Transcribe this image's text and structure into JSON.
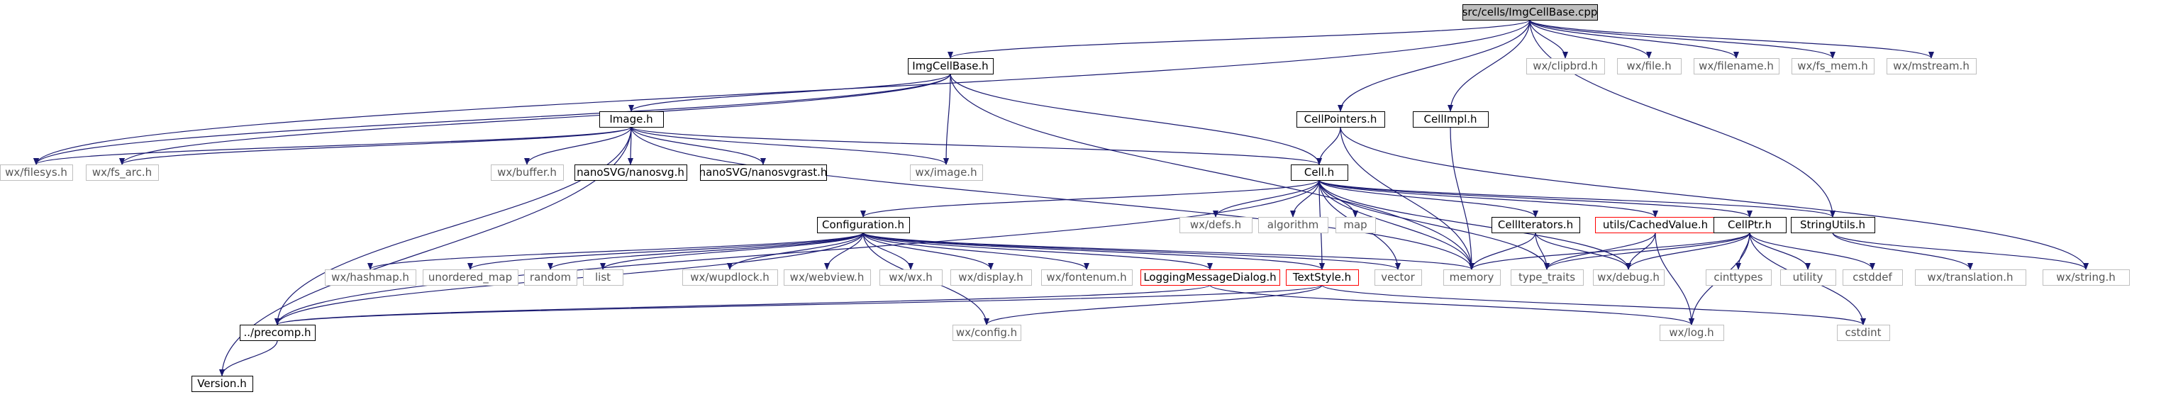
{
  "graph": {
    "colors": {
      "edge": "#191970",
      "doc_box_border": "#000000",
      "system_box_border": "#bfbfbf",
      "truncated_box_border": "#ff0000",
      "root_fill": "#bfbfbf",
      "node_fill": "#ffffff",
      "text_documented": "#000000",
      "text_system": "#555555"
    },
    "nodes": {
      "root": {
        "label": "src/cells/ImgCellBase.cpp",
        "kind": "root"
      },
      "imgcellbase_h": {
        "label": "ImgCellBase.h",
        "kind": "doc"
      },
      "wx_filesys": {
        "label": "wx/filesys.h",
        "kind": "system"
      },
      "wx_fs_arc": {
        "label": "wx/fs_arc.h",
        "kind": "system"
      },
      "image_h": {
        "label": "Image.h",
        "kind": "doc"
      },
      "wx_buffer": {
        "label": "wx/buffer.h",
        "kind": "system"
      },
      "nanosvg": {
        "label": "nanoSVG/nanosvg.h",
        "kind": "doc"
      },
      "nanosvgrast": {
        "label": "nanoSVG/nanosvgrast.h",
        "kind": "doc"
      },
      "wx_image": {
        "label": "wx/image.h",
        "kind": "system"
      },
      "cellpointers_h": {
        "label": "CellPointers.h",
        "kind": "doc"
      },
      "cellimpl_h": {
        "label": "CellImpl.h",
        "kind": "doc"
      },
      "cell_h": {
        "label": "Cell.h",
        "kind": "doc"
      },
      "wx_clipbrd": {
        "label": "wx/clipbrd.h",
        "kind": "system"
      },
      "wx_file": {
        "label": "wx/file.h",
        "kind": "system"
      },
      "wx_filename": {
        "label": "wx/filename.h",
        "kind": "system"
      },
      "wx_fs_mem": {
        "label": "wx/fs_mem.h",
        "kind": "system"
      },
      "wx_mstream": {
        "label": "wx/mstream.h",
        "kind": "system"
      },
      "wx_defs": {
        "label": "wx/defs.h",
        "kind": "system"
      },
      "algorithm": {
        "label": "algorithm",
        "kind": "system"
      },
      "map": {
        "label": "map",
        "kind": "system"
      },
      "celliterators_h": {
        "label": "CellIterators.h",
        "kind": "doc"
      },
      "cachedvalue_h": {
        "label": "utils/CachedValue.h",
        "kind": "truncated"
      },
      "cellptr_h": {
        "label": "CellPtr.h",
        "kind": "doc"
      },
      "stringutils_h": {
        "label": "StringUtils.h",
        "kind": "doc"
      },
      "configuration_h": {
        "label": "Configuration.h",
        "kind": "doc"
      },
      "wx_hashmap": {
        "label": "wx/hashmap.h",
        "kind": "system"
      },
      "unordered_map": {
        "label": "unordered_map",
        "kind": "system"
      },
      "random": {
        "label": "random",
        "kind": "system"
      },
      "list": {
        "label": "list",
        "kind": "system"
      },
      "wx_wupdlock": {
        "label": "wx/wupdlock.h",
        "kind": "system"
      },
      "wx_webview": {
        "label": "wx/webview.h",
        "kind": "system"
      },
      "wx_wx": {
        "label": "wx/wx.h",
        "kind": "system"
      },
      "wx_display": {
        "label": "wx/display.h",
        "kind": "system"
      },
      "wx_fontenum": {
        "label": "wx/fontenum.h",
        "kind": "system"
      },
      "loggingdialog_h": {
        "label": "LoggingMessageDialog.h",
        "kind": "truncated"
      },
      "textstyle_h": {
        "label": "TextStyle.h",
        "kind": "truncated"
      },
      "vector": {
        "label": "vector",
        "kind": "system"
      },
      "memory": {
        "label": "memory",
        "kind": "system"
      },
      "type_traits": {
        "label": "type_traits",
        "kind": "system"
      },
      "wx_debug": {
        "label": "wx/debug.h",
        "kind": "system"
      },
      "cinttypes": {
        "label": "cinttypes",
        "kind": "system"
      },
      "utility": {
        "label": "utility",
        "kind": "system"
      },
      "cstddef": {
        "label": "cstddef",
        "kind": "system"
      },
      "wx_translation": {
        "label": "wx/translation.h",
        "kind": "system"
      },
      "wx_string": {
        "label": "wx/string.h",
        "kind": "system"
      },
      "precomp_h": {
        "label": "../precomp.h",
        "kind": "doc"
      },
      "wx_config": {
        "label": "wx/config.h",
        "kind": "system"
      },
      "wx_log": {
        "label": "wx/log.h",
        "kind": "system"
      },
      "cstdint": {
        "label": "cstdint",
        "kind": "system"
      },
      "version_h": {
        "label": "Version.h",
        "kind": "doc"
      }
    },
    "edges": [
      [
        "root",
        "imgcellbase_h"
      ],
      [
        "root",
        "wx_filesys"
      ],
      [
        "root",
        "cellpointers_h"
      ],
      [
        "root",
        "cellimpl_h"
      ],
      [
        "root",
        "stringutils_h"
      ],
      [
        "root",
        "wx_clipbrd"
      ],
      [
        "root",
        "wx_file"
      ],
      [
        "root",
        "wx_filename"
      ],
      [
        "root",
        "wx_fs_mem"
      ],
      [
        "root",
        "wx_mstream"
      ],
      [
        "imgcellbase_h",
        "image_h"
      ],
      [
        "imgcellbase_h",
        "wx_filesys"
      ],
      [
        "imgcellbase_h",
        "wx_fs_arc"
      ],
      [
        "imgcellbase_h",
        "wx_image"
      ],
      [
        "imgcellbase_h",
        "cell_h"
      ],
      [
        "imgcellbase_h",
        "memory"
      ],
      [
        "image_h",
        "wx_filesys"
      ],
      [
        "image_h",
        "wx_fs_arc"
      ],
      [
        "image_h",
        "wx_buffer"
      ],
      [
        "image_h",
        "nanosvg"
      ],
      [
        "image_h",
        "nanosvgrast"
      ],
      [
        "image_h",
        "wx_image"
      ],
      [
        "image_h",
        "cell_h"
      ],
      [
        "image_h",
        "memory"
      ],
      [
        "image_h",
        "precomp_h"
      ],
      [
        "image_h",
        "version_h"
      ],
      [
        "cellpointers_h",
        "cell_h"
      ],
      [
        "cellpointers_h",
        "wx_string"
      ],
      [
        "cellpointers_h",
        "memory"
      ],
      [
        "cellimpl_h",
        "memory"
      ],
      [
        "cell_h",
        "configuration_h"
      ],
      [
        "cell_h",
        "wx_defs"
      ],
      [
        "cell_h",
        "algorithm"
      ],
      [
        "cell_h",
        "map"
      ],
      [
        "cell_h",
        "celliterators_h"
      ],
      [
        "cell_h",
        "cachedvalue_h"
      ],
      [
        "cell_h",
        "cellptr_h"
      ],
      [
        "cell_h",
        "stringutils_h"
      ],
      [
        "cell_h",
        "textstyle_h"
      ],
      [
        "cell_h",
        "vector"
      ],
      [
        "cell_h",
        "memory"
      ],
      [
        "cell_h",
        "type_traits"
      ],
      [
        "cell_h",
        "precomp_h"
      ],
      [
        "cell_h",
        "wx_debug"
      ],
      [
        "configuration_h",
        "wx_hashmap"
      ],
      [
        "configuration_h",
        "unordered_map"
      ],
      [
        "configuration_h",
        "random"
      ],
      [
        "configuration_h",
        "list"
      ],
      [
        "configuration_h",
        "wx_wupdlock"
      ],
      [
        "configuration_h",
        "wx_webview"
      ],
      [
        "configuration_h",
        "wx_wx"
      ],
      [
        "configuration_h",
        "wx_display"
      ],
      [
        "configuration_h",
        "wx_fontenum"
      ],
      [
        "configuration_h",
        "loggingdialog_h"
      ],
      [
        "configuration_h",
        "textstyle_h"
      ],
      [
        "configuration_h",
        "vector"
      ],
      [
        "configuration_h",
        "memory"
      ],
      [
        "configuration_h",
        "precomp_h"
      ],
      [
        "configuration_h",
        "wx_config"
      ],
      [
        "celliterators_h",
        "memory"
      ],
      [
        "celliterators_h",
        "type_traits"
      ],
      [
        "celliterators_h",
        "wx_debug"
      ],
      [
        "cachedvalue_h",
        "type_traits"
      ],
      [
        "cachedvalue_h",
        "wx_debug"
      ],
      [
        "cachedvalue_h",
        "wx_log"
      ],
      [
        "cellptr_h",
        "memory"
      ],
      [
        "cellptr_h",
        "type_traits"
      ],
      [
        "cellptr_h",
        "wx_debug"
      ],
      [
        "cellptr_h",
        "cinttypes"
      ],
      [
        "cellptr_h",
        "utility"
      ],
      [
        "cellptr_h",
        "cstddef"
      ],
      [
        "cellptr_h",
        "wx_log"
      ],
      [
        "cellptr_h",
        "cstdint"
      ],
      [
        "stringutils_h",
        "wx_translation"
      ],
      [
        "stringutils_h",
        "wx_string"
      ],
      [
        "textstyle_h",
        "precomp_h"
      ],
      [
        "textstyle_h",
        "wx_config"
      ],
      [
        "textstyle_h",
        "cstdint"
      ],
      [
        "loggingdialog_h",
        "precomp_h"
      ],
      [
        "loggingdialog_h",
        "wx_log"
      ],
      [
        "precomp_h",
        "version_h"
      ]
    ]
  }
}
